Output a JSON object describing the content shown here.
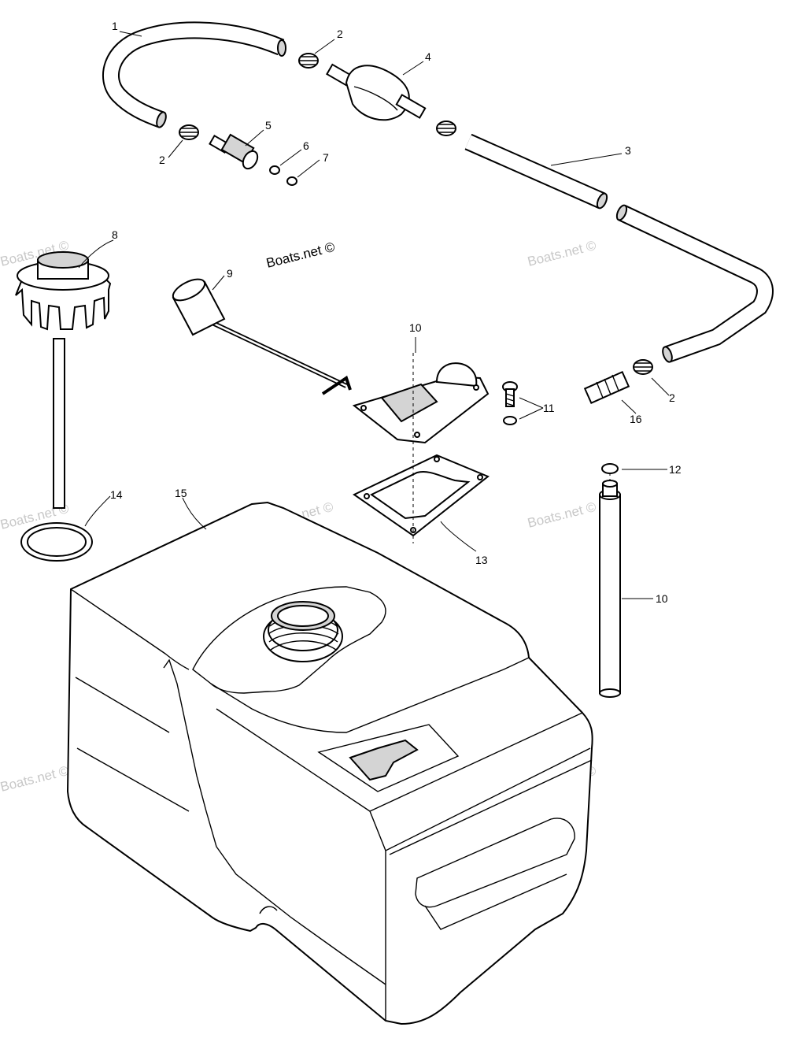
{
  "callouts": {
    "c1": "1",
    "c2a": "2",
    "c2b": "2",
    "c2c": "2",
    "c3": "3",
    "c4": "4",
    "c5": "5",
    "c6": "6",
    "c7": "7",
    "c8": "8",
    "c9": "9",
    "c10a": "10",
    "c10b": "10",
    "c11": "11",
    "c12": "12",
    "c13": "13",
    "c14": "14",
    "c15": "15",
    "c16": "16"
  },
  "watermark": {
    "primary": "Boats.net ©",
    "faint": "Boats.net ©"
  }
}
